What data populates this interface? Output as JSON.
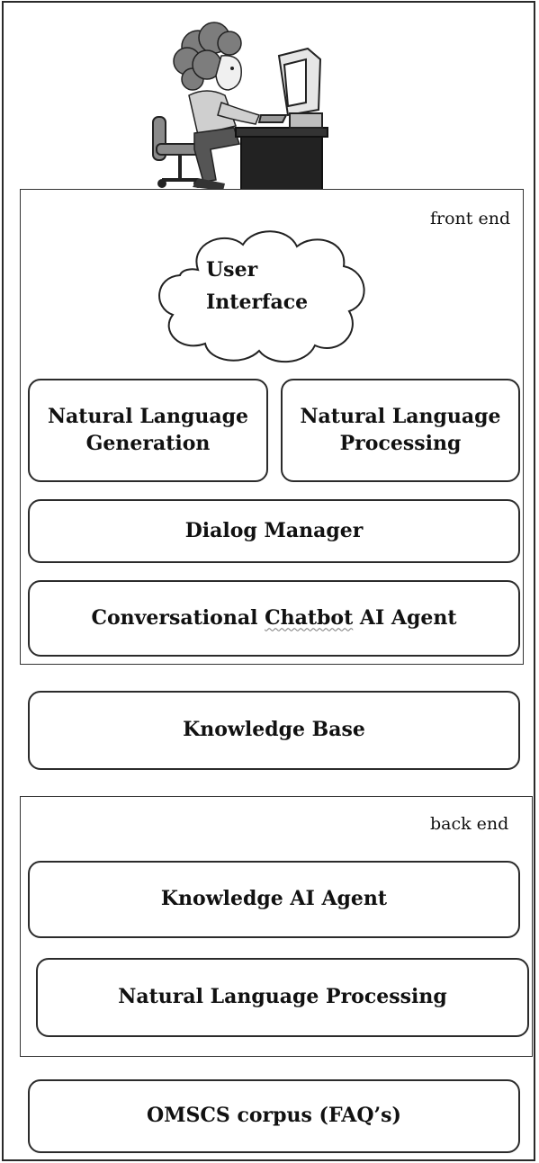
{
  "front_end": {
    "label": "front end",
    "user_interface": {
      "line1": "User",
      "line2": "Interface"
    },
    "nlg": {
      "line1": "Natural Language",
      "line2": "Generation"
    },
    "nlp": {
      "line1": "Natural Language",
      "line2": "Processing"
    },
    "dialog_manager": "Dialog Manager",
    "chatbot_agent": {
      "text_before": "Conversational ",
      "text_marked": "Chatbot",
      "text_after": " AI Agent"
    }
  },
  "knowledge_base": "Knowledge Base",
  "back_end": {
    "label": "back end",
    "knowledge_agent": "Knowledge AI Agent",
    "nlp": "Natural Language Processing"
  },
  "corpus": "OMSCS corpus (FAQ’s)"
}
